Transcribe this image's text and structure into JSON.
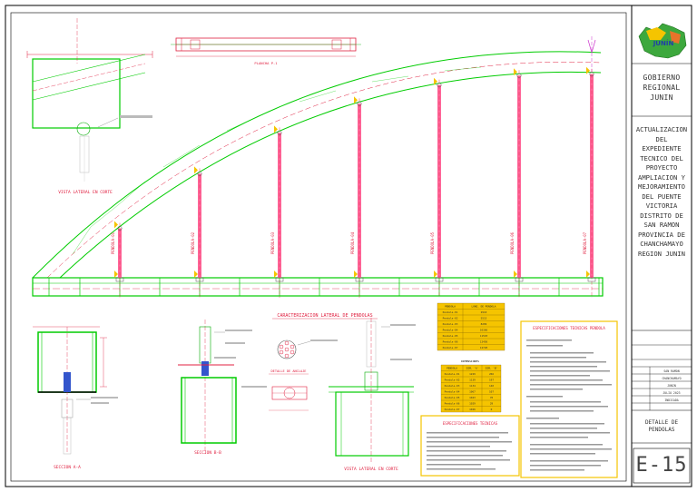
{
  "sheet_code": "E-15",
  "title_block": {
    "logo_text": "JUNÍN",
    "owner": "GOBIERNO REGIONAL JUNIN",
    "project": "ACTUALIZACION DEL EXPEDIENTE TECNICO DEL PROYECTO AMPLIACION Y MEJORAMIENTO DEL PUENTE VICTORIA DISTRITO DE SAN RAMON PROVINCIA DE CHANCHAMAYO REGION JUNIN",
    "location": "SAN RAMON",
    "province": "CHANCHAMAYO",
    "region": "JUNIN",
    "date": "JULIO 2023",
    "scale": "INDICADA",
    "sheet_name": "DETALLE DE PENDOLAS"
  },
  "views": {
    "elevation_title": "CARACTERIZACION LATERAL DE PENDOLAS",
    "side_view_title": "VISTA LATERAL EN CORTE",
    "section_1_title": "SECCION A-A",
    "section_2_title": "SECCION B-B",
    "section_3_title": "VISTA LATERAL EN CORTE",
    "detail_title": "DETALLE DE ANCLAJE",
    "plate_label": "PLANCHA P-1"
  },
  "hangers": [
    {
      "label": "PENDOLA-01"
    },
    {
      "label": "PENDOLA-02"
    },
    {
      "label": "PENDOLA-03"
    },
    {
      "label": "PENDOLA-04"
    },
    {
      "label": "PENDOLA-05"
    },
    {
      "label": "PENDOLA-06"
    },
    {
      "label": "PENDOLA-07"
    }
  ],
  "table_lengths": {
    "headers": [
      "PENDOLA",
      "LONG. DE PENDOLA"
    ],
    "rows": [
      [
        "Pendola-01",
        "2910"
      ],
      [
        "Pendola-02",
        "5515"
      ],
      [
        "Pendola-03",
        "8209"
      ],
      [
        "Pendola-04",
        "10366"
      ],
      [
        "Pendola-05",
        "11593"
      ],
      [
        "Pendola-06",
        "12450"
      ],
      [
        "Pendola-07",
        "12720"
      ]
    ]
  },
  "table_dimensions": {
    "title": "DIMENSIONES",
    "headers": [
      "PENDOLA",
      "DIM. 'A'",
      "DIM. 'B'"
    ],
    "rows": [
      [
        "Pendola-01",
        "1229",
        "266"
      ],
      [
        "Pendola-02",
        "1139",
        "197"
      ],
      [
        "Pendola-03",
        "1134",
        "140"
      ],
      [
        "Pendola-04",
        "1067",
        "107"
      ],
      [
        "Pendola-05",
        "1043",
        "70"
      ],
      [
        "Pendola-06",
        "1029",
        "29"
      ],
      [
        "Pendola-07",
        "1026",
        "0"
      ]
    ]
  },
  "specs_left": {
    "title": "ESPECIFICACIONES TECNICAS"
  },
  "specs_right": {
    "title": "ESPECIFICACIONES TECNICAS PENDOLA"
  }
}
